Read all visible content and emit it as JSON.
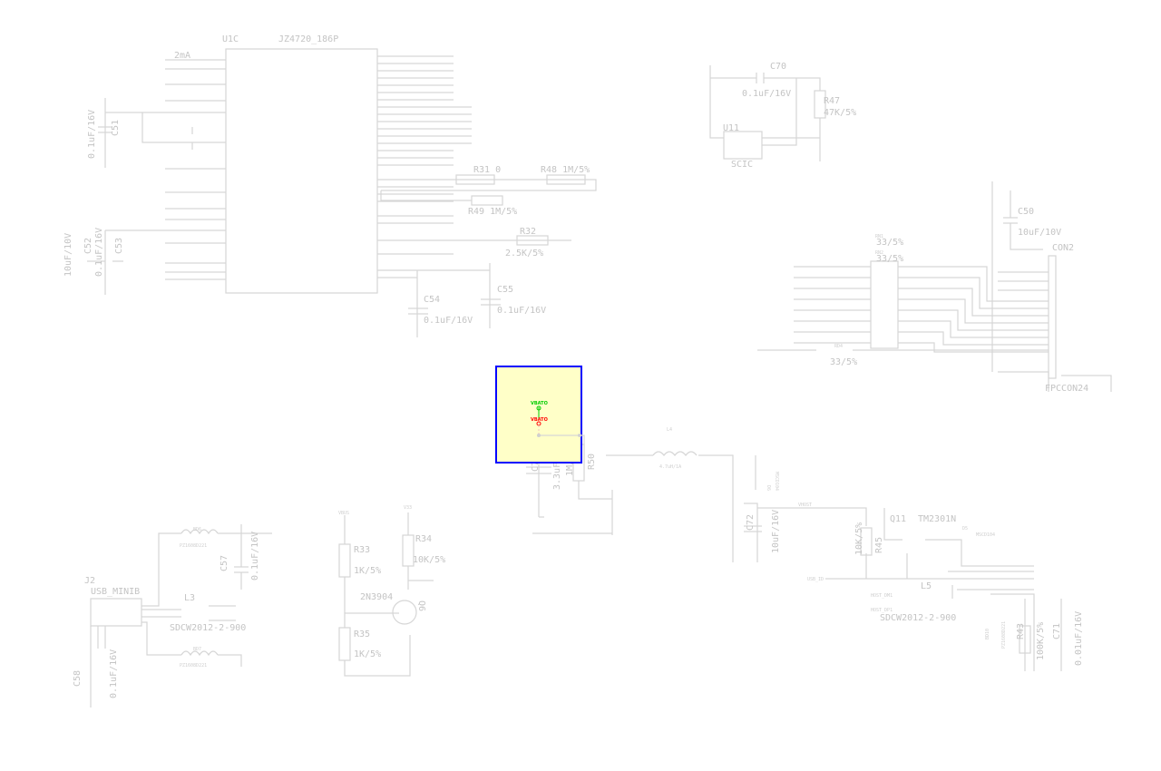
{
  "chip": {
    "ref": "U1C",
    "part": "JZ4720_186P",
    "current": "2mA"
  },
  "top_right": {
    "c70": "C70",
    "c70_val": "0.1uF/16V",
    "r47": "R47",
    "r47_val": "47K/5%",
    "u11": "U11",
    "u11_name": "SCIC"
  },
  "left_caps": {
    "c51": "C51",
    "c51_val": "0.1uF/16V",
    "c52": "C52",
    "c52_val": "10uF/10V",
    "c53": "C53",
    "c53_val": "0.1uF/16V"
  },
  "mid": {
    "r31": "R31  0",
    "r48": "R48  1M/5%",
    "r49": "R49   1M/5%",
    "r32": "R32",
    "r32_val": "2.5K/5%",
    "c54": "C54",
    "c54_val": "0.1uF/16V",
    "c55": "C55",
    "c55_val": "0.1uF/16V"
  },
  "connector": {
    "c50": "C50",
    "c50_val": "10uF/10V",
    "con2": "CON2",
    "con_part": "FPCCON24",
    "rn1": "RN1",
    "rn1_val": "33/5%",
    "rn2": "RN2",
    "rn2_val": "33/5%",
    "rd4": "RD4",
    "rd4_val": "33/5%"
  },
  "selection": {
    "net_green": "VBATO",
    "net_red": "VBATO",
    "highlight_fill": "#ffffc8",
    "highlight_stroke": "#0000ff"
  },
  "power": {
    "c73": "C73",
    "c73_val": "3.3uF/16V",
    "r50_val": "1M/5%",
    "r50": "R50",
    "l4": "L4",
    "l4_val": "4.7uH/1A",
    "d6": "D6",
    "d6_part": "MSCD104",
    "c72": "C72",
    "c72_val": "10uF/16V"
  },
  "host": {
    "vhost": "VHOST",
    "q11": "Q11",
    "q11_part": "TM2301N",
    "d5": "D5",
    "d5_part": "MSCD104",
    "r45": "R45",
    "r45_val": "10K/5%",
    "usb_id": "USB_ID",
    "l5": "L5",
    "l5_part": "SDCW2012-2-900",
    "host_dm": "HOST_DM1",
    "host_dp": "HOST_DP1",
    "bd10": "BD10",
    "bd10_part": "PZ1608D221",
    "r43": "R43",
    "r43_val": "100K/5%",
    "c71": "C71",
    "c71_val": "0.01uF/16V"
  },
  "transistor": {
    "r33": "R33",
    "r33_val": "1K/5%",
    "r34": "R34",
    "r34_val": "10K/5%",
    "q6_part": "2N3904",
    "q6": "Q6",
    "r35": "R35",
    "r35_val": "1K/5%",
    "vbus": "VBUS",
    "v33": "V33"
  },
  "usb": {
    "bd6": "BD6",
    "bd6_part": "PZ1608D221",
    "c57": "C57",
    "c57_val": "0.1uF/16V",
    "j2": "J2",
    "j2_part": "USB_MINIB",
    "l3": "L3",
    "l3_part": "SDCW2012-2-900",
    "bd7": "BD7",
    "bd7_part": "PZ1608D221",
    "c58": "C58",
    "c58_val": "0.1uF/16V"
  }
}
